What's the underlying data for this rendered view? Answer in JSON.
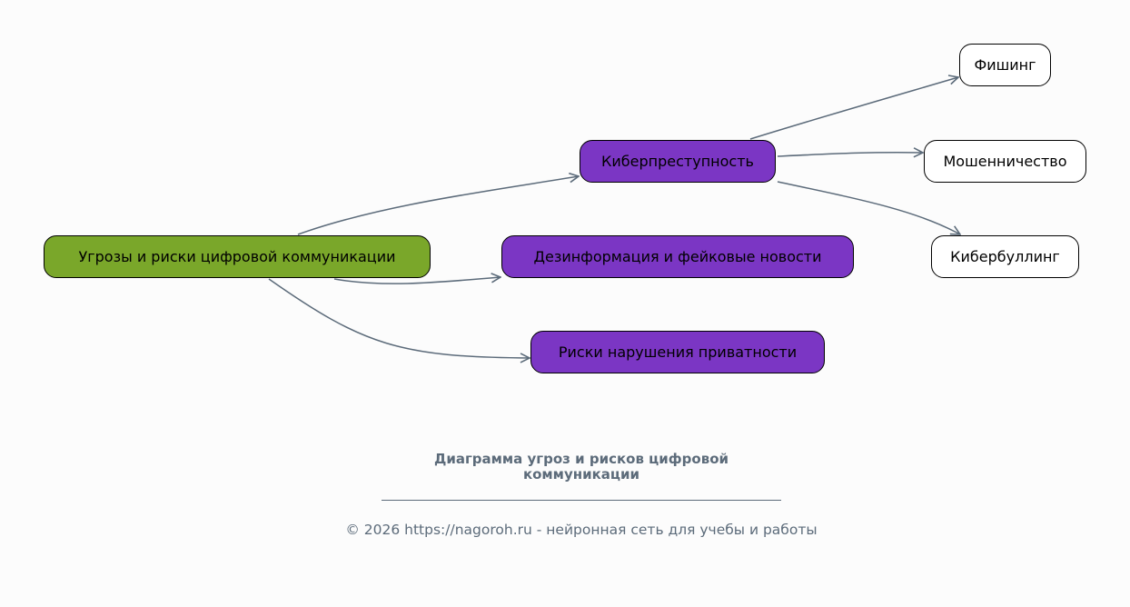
{
  "nodes": {
    "root": "Угрозы и риски цифровой коммуникации",
    "cybercrime": "Киберпреступность",
    "disinformation": "Дезинформация и фейковые новости",
    "privacy": "Риски нарушения приватности",
    "phishing": "Фишинг",
    "fraud": "Мошенничество",
    "cyberbullying": "Кибербуллинг"
  },
  "colors": {
    "root": "#7aa72a",
    "branch": "#7b36c4",
    "leaf": "#ffffff",
    "edge": "#5c6b7a"
  },
  "caption": {
    "title": "Диаграмма угроз и рисков цифровой коммуникации",
    "footer": "© 2026 https://nagoroh.ru - нейронная сеть для учебы и работы"
  }
}
